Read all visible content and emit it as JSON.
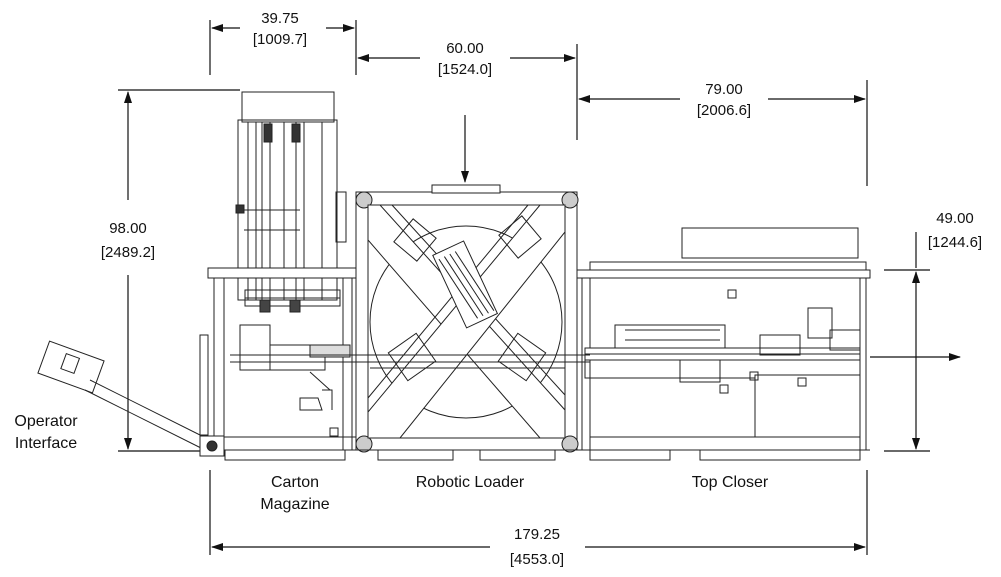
{
  "dimensions": {
    "carton_magazine_width": {
      "imperial": "39.75",
      "metric": "[1009.7]"
    },
    "robotic_loader_width": {
      "imperial": "60.00",
      "metric": "[1524.0]"
    },
    "top_closer_width": {
      "imperial": "79.00",
      "metric": "[2006.6]"
    },
    "overall_height": {
      "imperial": "98.00",
      "metric": "[2489.2]"
    },
    "conveyor_height": {
      "imperial": "49.00",
      "metric": "[1244.6]"
    },
    "overall_length": {
      "imperial": "179.25",
      "metric": "[4553.0]"
    }
  },
  "sections": {
    "operator_interface": [
      "Operator",
      "Interface"
    ],
    "carton_magazine": [
      "Carton",
      "Magazine"
    ],
    "robotic_loader": "Robotic Loader",
    "top_closer": "Top Closer"
  },
  "colors": {
    "line": "#222222",
    "background": "#ffffff"
  }
}
